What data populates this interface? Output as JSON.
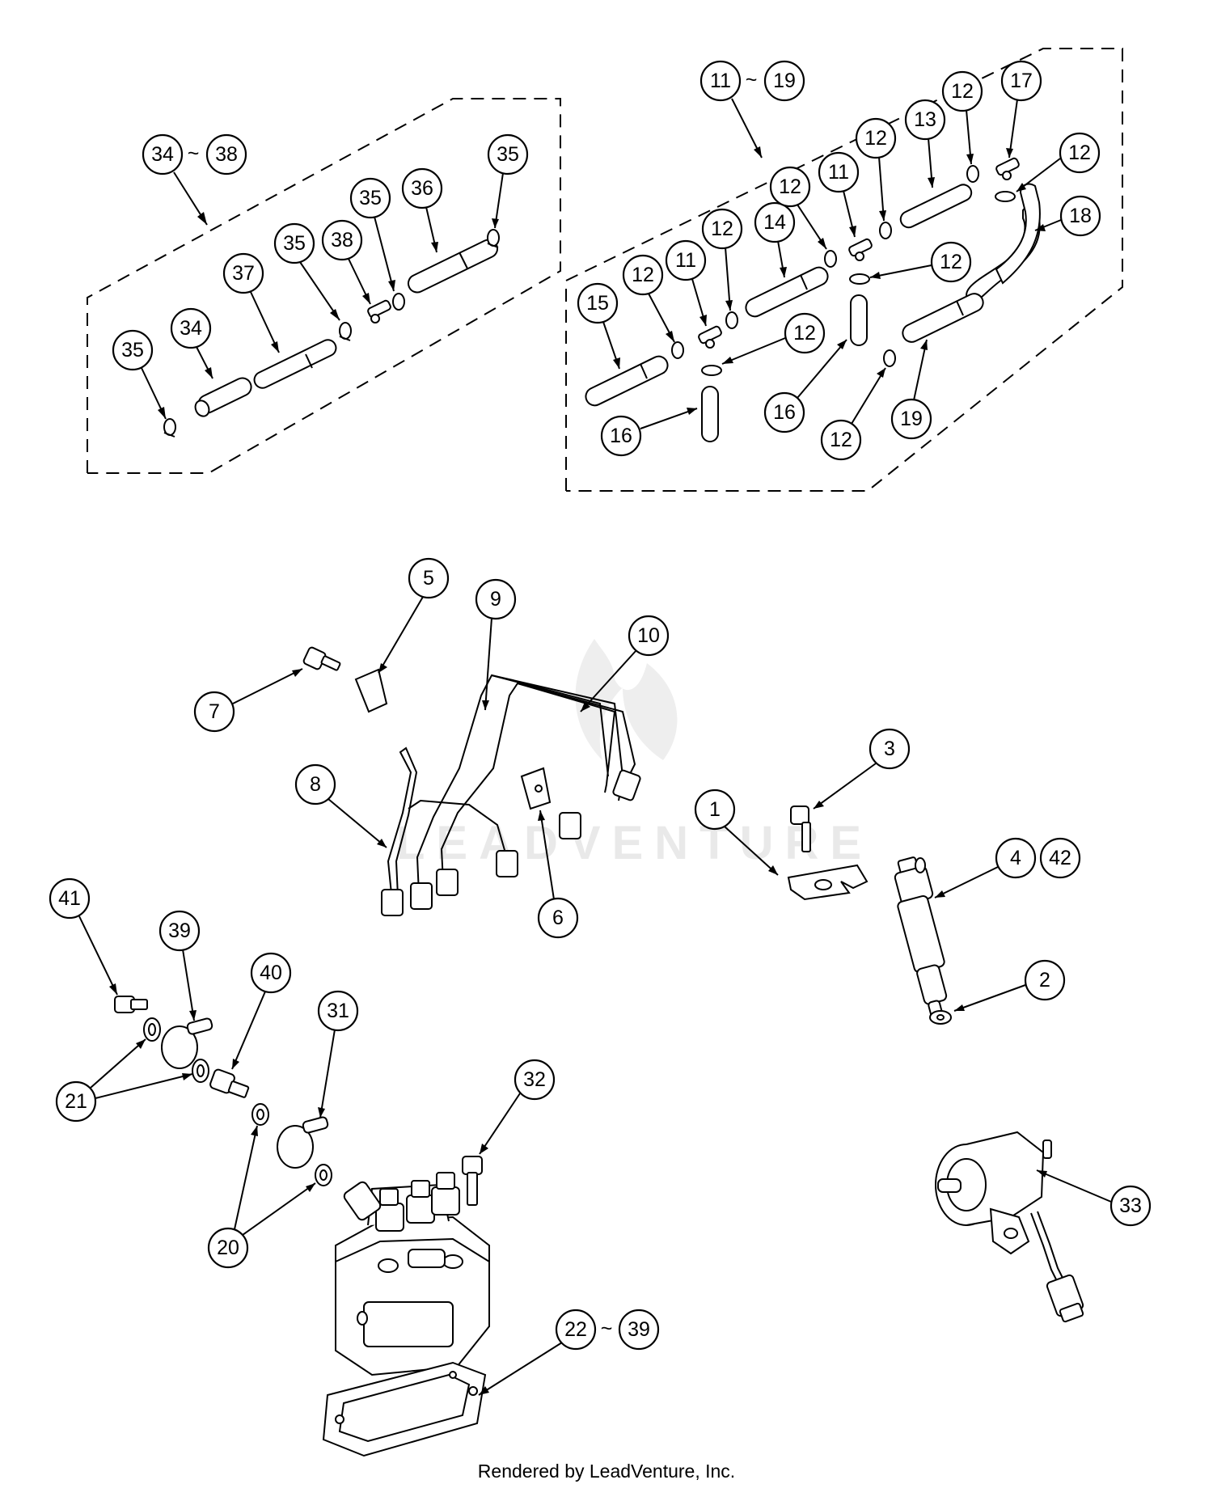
{
  "footer": {
    "text": "Rendered by LeadVenture, Inc."
  },
  "watermark": {
    "text": "LEADVENTURE"
  },
  "colors": {
    "ink": "#000000",
    "background": "#ffffff",
    "watermark": "#e9e9e9"
  },
  "group_labels": {
    "return_kit": {
      "from": "34",
      "sep": "~",
      "to": "38"
    },
    "fuel_hose_kit": {
      "from": "11",
      "sep": "~",
      "to": "19"
    },
    "pump_assy": {
      "from": "22",
      "sep": "~",
      "to": "39"
    },
    "nozzle": {
      "a": "4",
      "b": "42"
    }
  },
  "callouts": {
    "c35a": "35",
    "c34": "34",
    "c37": "37",
    "c35b": "35",
    "c38": "38",
    "c35c": "35",
    "c36": "36",
    "c35d": "35",
    "c15": "15",
    "c12a": "12",
    "c11a": "11",
    "c12b": "12",
    "c14": "14",
    "c12c": "12",
    "c11b": "11",
    "c12d": "12",
    "c13": "13",
    "c12e": "12",
    "c17": "17",
    "c12f": "12",
    "c18": "18",
    "c12g": "12",
    "c12h": "12",
    "c16a": "16",
    "c16b": "16",
    "c12i": "12",
    "c19": "19",
    "c5": "5",
    "c9": "9",
    "c10": "10",
    "c7": "7",
    "c8": "8",
    "c6": "6",
    "c3": "3",
    "c1": "1",
    "c2": "2",
    "c41": "41",
    "c39": "39",
    "c40": "40",
    "c31": "31",
    "c21": "21",
    "c32": "32",
    "c20": "20",
    "c33": "33"
  }
}
